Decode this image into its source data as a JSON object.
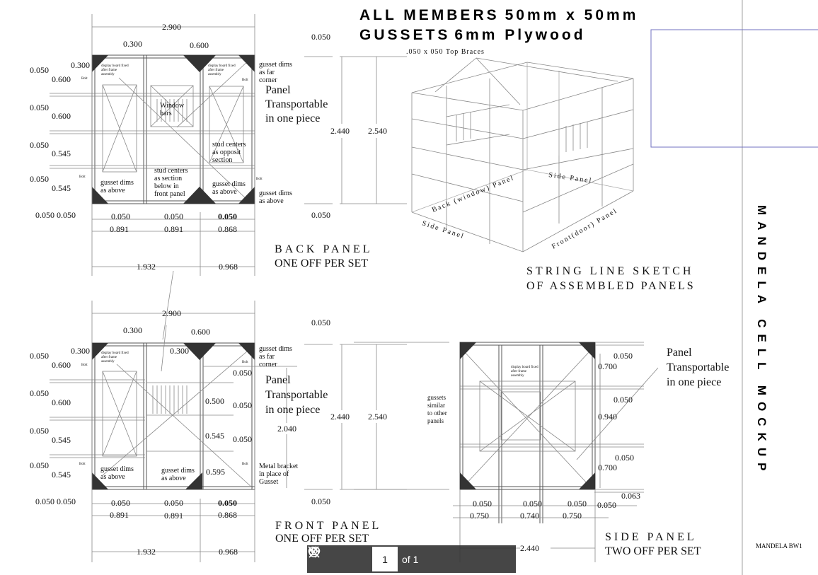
{
  "title": {
    "line1": "ALL MEMBERS 50mm x 50mm",
    "line1a": "ALL MEMBERS",
    "line1b": "50mm x 50mm",
    "line2a": "GUSSETS",
    "line2b": "6mm Plywood"
  },
  "back_panel": {
    "caption1": "BACK PANEL",
    "caption2": "ONE OFF PER SET",
    "dims": [
      "2.900",
      "0.300",
      "0.600",
      "0.300",
      "0.050",
      "0.600",
      "0.050",
      "0.600",
      "0.050",
      "0.545",
      "0.050",
      "0.545",
      "0.050 0.050",
      "0.050",
      "0.050",
      "0.050",
      "0.891",
      "0.891",
      "0.868",
      "1.932",
      "0.968",
      "0.050",
      "2.440",
      "2.540",
      "0.050"
    ],
    "notes": {
      "gusset_far": [
        "gusset dims",
        "as far",
        "corner"
      ],
      "transportable": [
        "Panel",
        "Transportable",
        "in one piece"
      ],
      "window": [
        "Window",
        "bars"
      ],
      "stud_opposite": [
        "stud centers",
        "as opposit",
        "section"
      ],
      "stud_below": [
        "stud centers",
        "as section",
        "below in",
        "front panel"
      ],
      "gusset_above": [
        "gusset dims",
        "as above"
      ],
      "display_board": [
        "display board fixed",
        "after frame",
        "assembly"
      ],
      "bolt": "Bolt"
    }
  },
  "front_panel": {
    "caption1": "FRONT PANEL",
    "caption2": "ONE OFF PER SET",
    "dims": [
      "2.900",
      "0.300",
      "0.600",
      "0.300",
      "0.300",
      "0.050",
      "0.600",
      "0.050",
      "0.600",
      "0.050",
      "0.545",
      "0.050",
      "0.545",
      "0.050 0.050",
      "0.050",
      "0.050",
      "0.050",
      "0.891",
      "0.891",
      "0.868",
      "1.932",
      "0.968",
      "0.050",
      "0.500",
      "0.050",
      "0.545",
      "0.050",
      "0.595",
      "2.040",
      "0.050",
      "2.440",
      "2.540",
      "0.050"
    ],
    "notes": {
      "gusset_far": [
        "gusset dims",
        "as far",
        "corner"
      ],
      "transportable": [
        "Panel",
        "Transportable",
        "in one piece"
      ],
      "bracket": [
        "Metal bracket",
        "in place of",
        "Gusset"
      ],
      "gusset_above": [
        "gusset dims",
        "as above"
      ],
      "gussets_similar": [
        "gussets",
        "similar",
        "to other",
        "panels"
      ]
    }
  },
  "side_panel": {
    "caption1": "SIDE PANEL",
    "caption2": "TWO OFF PER SET",
    "dims": [
      "0.050",
      "0.700",
      "0.050",
      "0.940",
      "0.050",
      "0.700",
      "0.050",
      "0.063",
      "0.050",
      "0.050",
      "0.050",
      "0.750",
      "0.740",
      "0.750",
      "2.440"
    ],
    "notes": {
      "transportable": [
        "Panel",
        "Transportable",
        "in one piece"
      ]
    }
  },
  "sketch": {
    "braces": ".050 x 050 Top Braces",
    "back": "Back (window) Panel",
    "side_right": "Side Panel",
    "side_left": "Side Panel",
    "front": "Front(door) Panel",
    "caption1": "STRING LINE SKETCH",
    "caption2": "OF ASSEMBLED PANELS"
  },
  "title_block": {
    "project": "MANDELA CELL MOCKUP",
    "drawing": "MANDELA BW1",
    "border_color": "#7070c0"
  },
  "toolbar": {
    "page": "1",
    "of": "of 1"
  }
}
